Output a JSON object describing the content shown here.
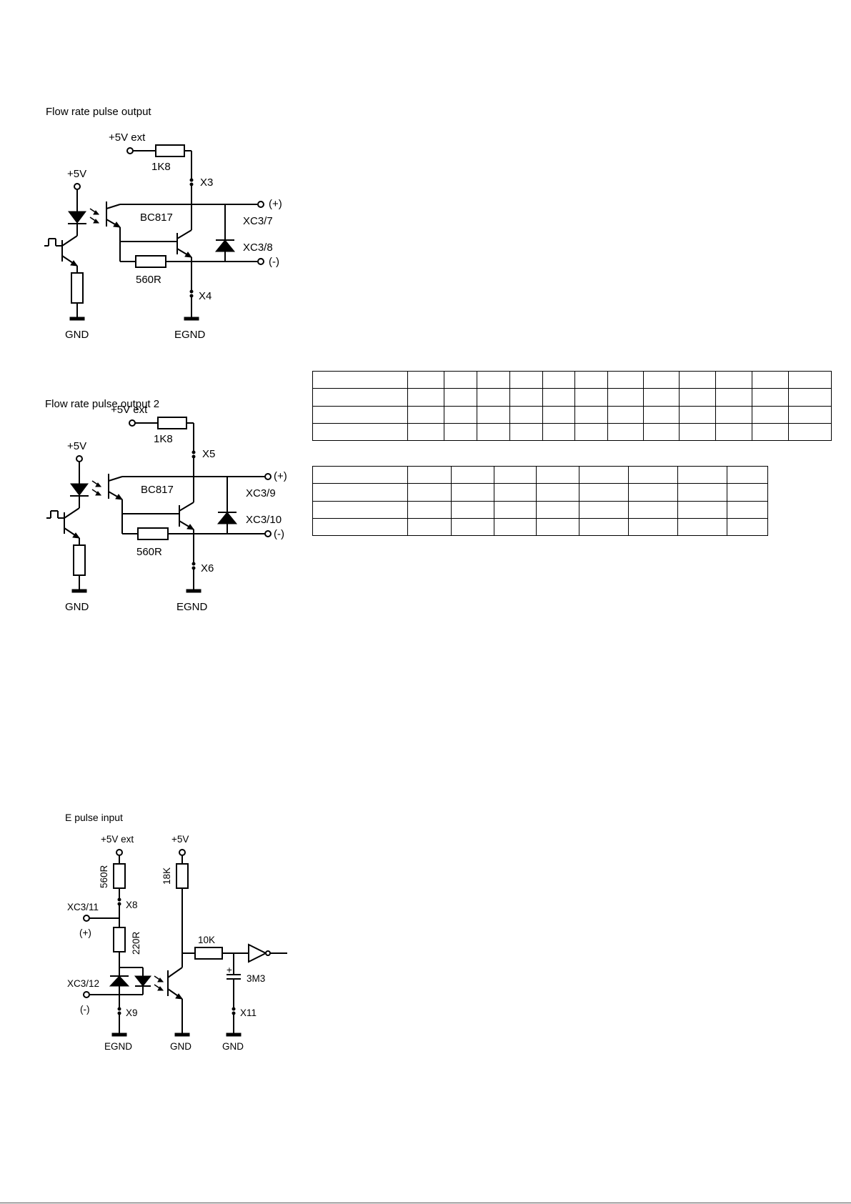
{
  "sections": [
    {
      "title": "Flow rate pulse output",
      "labels": {
        "ext_supply": "+5V ext",
        "r_pullup": "1K8",
        "jumper_top": "X3",
        "supply": "+5V",
        "transistor": "BC817",
        "pin_pos": "XC3/7",
        "pin_neg": "XC3/8",
        "out_pos": "(+)",
        "out_neg": "(-)",
        "r_base": "560R",
        "jumper_bottom": "X4",
        "gnd": "GND",
        "egnd": "EGND"
      }
    },
    {
      "title": "Flow rate pulse output 2",
      "labels": {
        "ext_supply": "+5V ext",
        "r_pullup": "1K8",
        "jumper_top": "X5",
        "supply": "+5V",
        "transistor": "BC817",
        "pin_pos": "XC3/9",
        "pin_neg": "XC3/10",
        "out_pos": "(+)",
        "out_neg": "(-)",
        "r_base": "560R",
        "jumper_bottom": "X6",
        "gnd": "GND",
        "egnd": "EGND"
      }
    },
    {
      "title": "E pulse input",
      "labels": {
        "ext_supply": "+5V ext",
        "supply": "+5V",
        "r_series_top": "560R",
        "r_pullup": "18K",
        "jumper_top": "X8",
        "pin_pos": "XC3/11",
        "pin_pos_sign": "(+)",
        "r_series_mid": "220R",
        "r_filter": "10K",
        "pin_neg": "XC3/12",
        "pin_neg_sign": "(-)",
        "capacitor": "3M3",
        "cap_polarity": "+",
        "jumper_bottom": "X9",
        "jumper_cap": "X11",
        "egnd": "EGND",
        "gnd1": "GND",
        "gnd2": "GND"
      }
    }
  ],
  "tables": [
    {
      "rows": 4,
      "cols": 13
    },
    {
      "rows": 4,
      "cols": 9
    }
  ]
}
